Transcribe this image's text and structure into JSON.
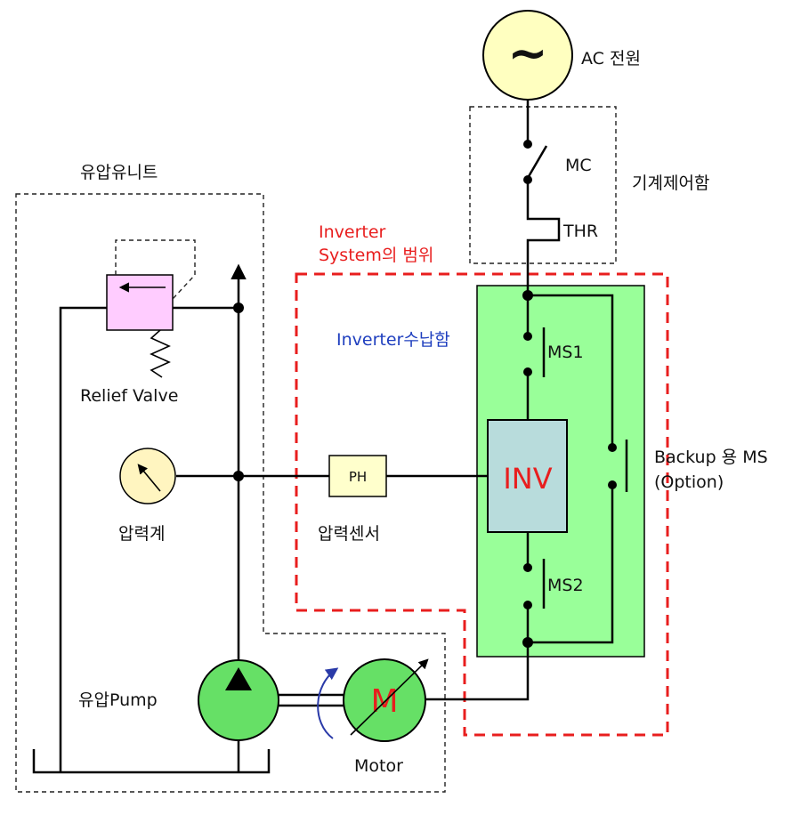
{
  "labels": {
    "ac_power": "AC 전원",
    "mc": "MC",
    "machine_panel": "기계제어함",
    "thr": "THR",
    "hydraulic_unit": "유압유니트",
    "inverter_scope_line1": "Inverter",
    "inverter_scope_line2": "System의 범위",
    "inverter_box": "Inverter수납함",
    "ms1": "MS1",
    "ms2": "MS2",
    "relief_valve": "Relief Valve",
    "pressure_gauge": "압력계",
    "ph": "PH",
    "pressure_sensor": "압력센서",
    "inv": "INV",
    "backup_ms_line1": "Backup 용 MS",
    "backup_ms_line2": "(Option)",
    "hydraulic_pump": "유압Pump",
    "motor_symbol": "M",
    "motor": "Motor",
    "ac_symbol": "~"
  },
  "colors": {
    "ac_source_fill": "#ffffc0",
    "inverter_box_fill": "#99ff99",
    "inv_fill": "#b8dcdc",
    "inv_text": "#e81e1e",
    "relief_valve_fill": "#ffccff",
    "gauge_fill": "#fff5c0",
    "ph_fill": "#ffffcc",
    "pump_fill": "#66e066",
    "motor_fill": "#66e066",
    "scope_boundary": "#e81e1e",
    "inverter_box_label": "#1f3fbf",
    "rotation_arrow": "#2a3aa8"
  }
}
